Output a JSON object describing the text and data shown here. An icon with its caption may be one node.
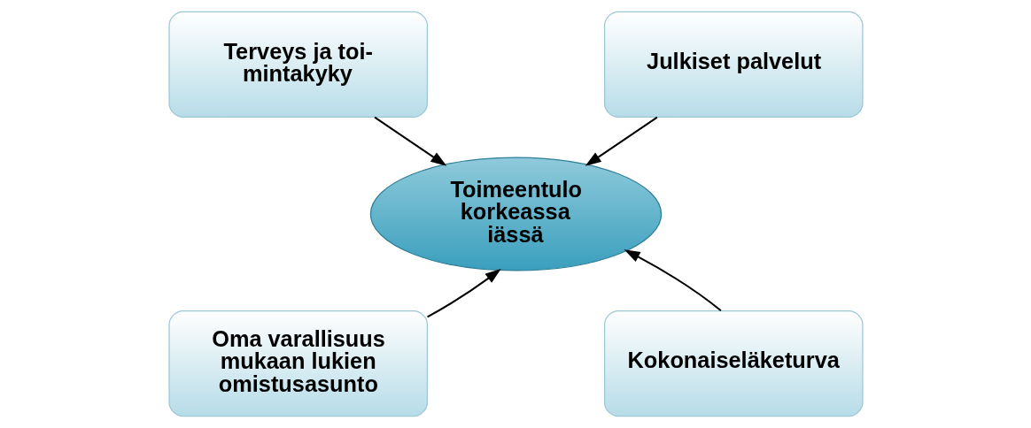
{
  "diagram": {
    "nodes": [
      {
        "text": [
          "Terveys ja toi- mintakyky"
        ]
      },
      {
        "text": [
          "Julkiset palvelut"
        ]
      },
      {
        "text": [
          "Toimeentulo korkeassa iässä"
        ]
      },
      {
        "text": [
          "Oma varallisuus mukaan lukien omistusasunto"
        ]
      },
      {
        "text": [
          "Kokonaiseläketurva"
        ]
      }
    ],
    "edges": [
      {
        "from": 0,
        "to": 2,
        "arrow": "to"
      },
      {
        "from": 1,
        "to": 2,
        "arrow": "to"
      },
      {
        "from": 3,
        "to": 2,
        "arrow": "to"
      },
      {
        "from": 4,
        "to": 2,
        "arrow": "to"
      }
    ]
  }
}
